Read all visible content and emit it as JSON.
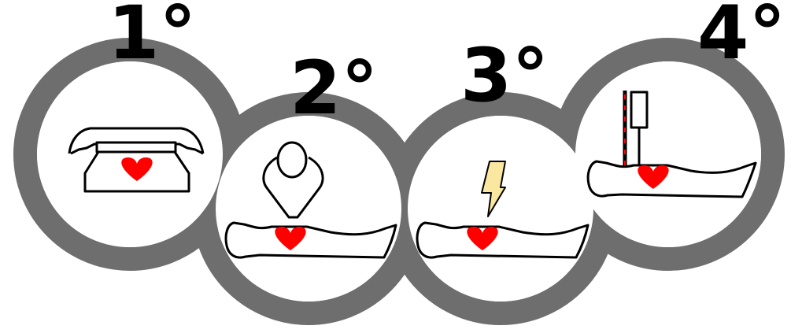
{
  "chain_of_survival": {
    "steps": [
      {
        "label": "1°",
        "icon": "telephone-icon"
      },
      {
        "label": "2°",
        "icon": "cpr-icon"
      },
      {
        "label": "3°",
        "icon": "defibrillation-icon"
      },
      {
        "label": "4°",
        "icon": "advanced-care-icon"
      }
    ],
    "colors": {
      "ring": "#6e6e6e",
      "heart": "#ff0000",
      "bolt": "#fbe8a0",
      "line": "#000000"
    }
  }
}
